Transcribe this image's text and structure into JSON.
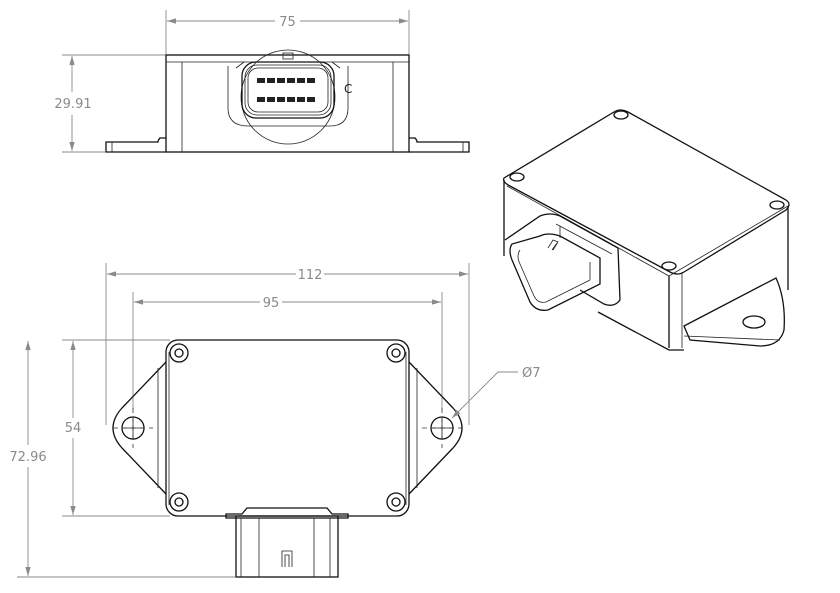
{
  "drawing": {
    "views": {
      "front": {
        "dimensions": {
          "width_label": "75",
          "height_label": "29.91",
          "detail_label": "C"
        }
      },
      "top": {
        "dimensions": {
          "overall_width_label": "112",
          "hole_spacing_label": "95",
          "body_depth_label": "54",
          "overall_depth_label": "72.96",
          "hole_diameter_label": "Ø7"
        }
      },
      "isometric": {}
    },
    "colors": {
      "line": "#111111",
      "dimension": "#8a8a8a",
      "background": "#ffffff"
    }
  }
}
